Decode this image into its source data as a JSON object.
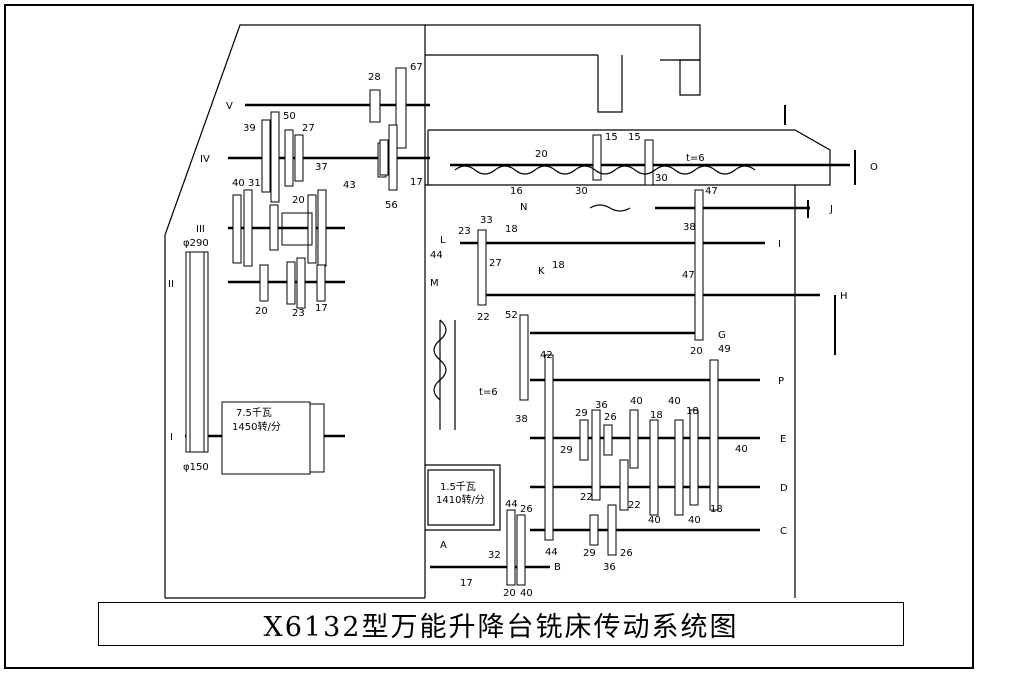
{
  "title": "X6132型万能升降台铣床传动系统图",
  "motors": {
    "main": {
      "power": "7.5千瓦",
      "speed": "1450转/分"
    },
    "feed": {
      "power": "1.5千瓦",
      "speed": "1410转/分"
    }
  },
  "pulleys": {
    "top": "φ290",
    "bottom": "φ150"
  },
  "shafts_left": [
    "V",
    "IV",
    "III",
    "II",
    "I"
  ],
  "spindle_gears": [
    "28",
    "67",
    "39",
    "50",
    "27",
    "56",
    "17",
    "40",
    "31",
    "20",
    "37",
    "43",
    "20",
    "23",
    "17"
  ],
  "feed_gears": [
    "16",
    "20",
    "30",
    "15",
    "15",
    "30",
    "t=6",
    "47",
    "38",
    "47",
    "33",
    "23",
    "18",
    "18",
    "27",
    "22",
    "52",
    "20",
    "49",
    "42",
    "36",
    "38",
    "29",
    "26",
    "40",
    "18",
    "40",
    "18",
    "29",
    "22",
    "22",
    "40",
    "40",
    "18",
    "44",
    "26",
    "44",
    "29",
    "36",
    "26",
    "32",
    "17",
    "20",
    "40",
    "44",
    "t=6"
  ],
  "shafts_right": [
    "I",
    "G",
    "P",
    "E",
    "D",
    "C",
    "B",
    "A",
    "H",
    "J",
    "O",
    "K",
    "L",
    "M",
    "N"
  ]
}
